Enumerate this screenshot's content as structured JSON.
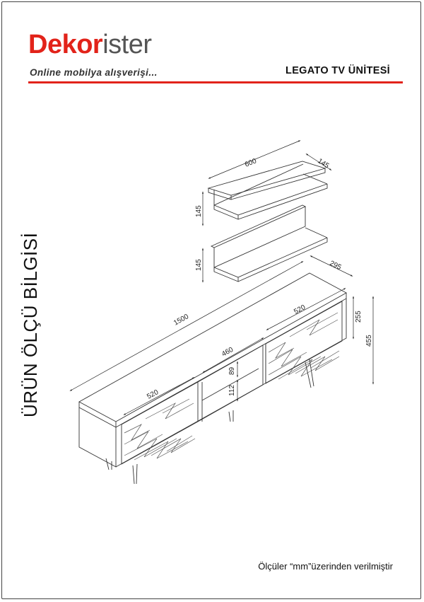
{
  "header": {
    "brand_bold": "Dekor",
    "brand_rest": "ister",
    "tagline": "Online mobilya alışverişi...",
    "product_title": "LEGATO TV ÜNİTESİ",
    "accent_color": "#e2231a"
  },
  "side_heading": "ÜRÜN ÖLÇÜ BİLGİSİ",
  "dimensions": {
    "shelf_length": "600",
    "shelf_depth": "145",
    "upper_shelf_height": "145",
    "lower_shelf_height": "145",
    "unit_depth": "295",
    "unit_length": "1500",
    "right_door_width": "520",
    "left_door_width": "520",
    "middle_width": "460",
    "middle_upper_height": "89",
    "middle_lower_height": "112",
    "body_height": "255",
    "total_height": "455"
  },
  "footnote": "Ölçüler “mm”üzerinden verilmiştir"
}
